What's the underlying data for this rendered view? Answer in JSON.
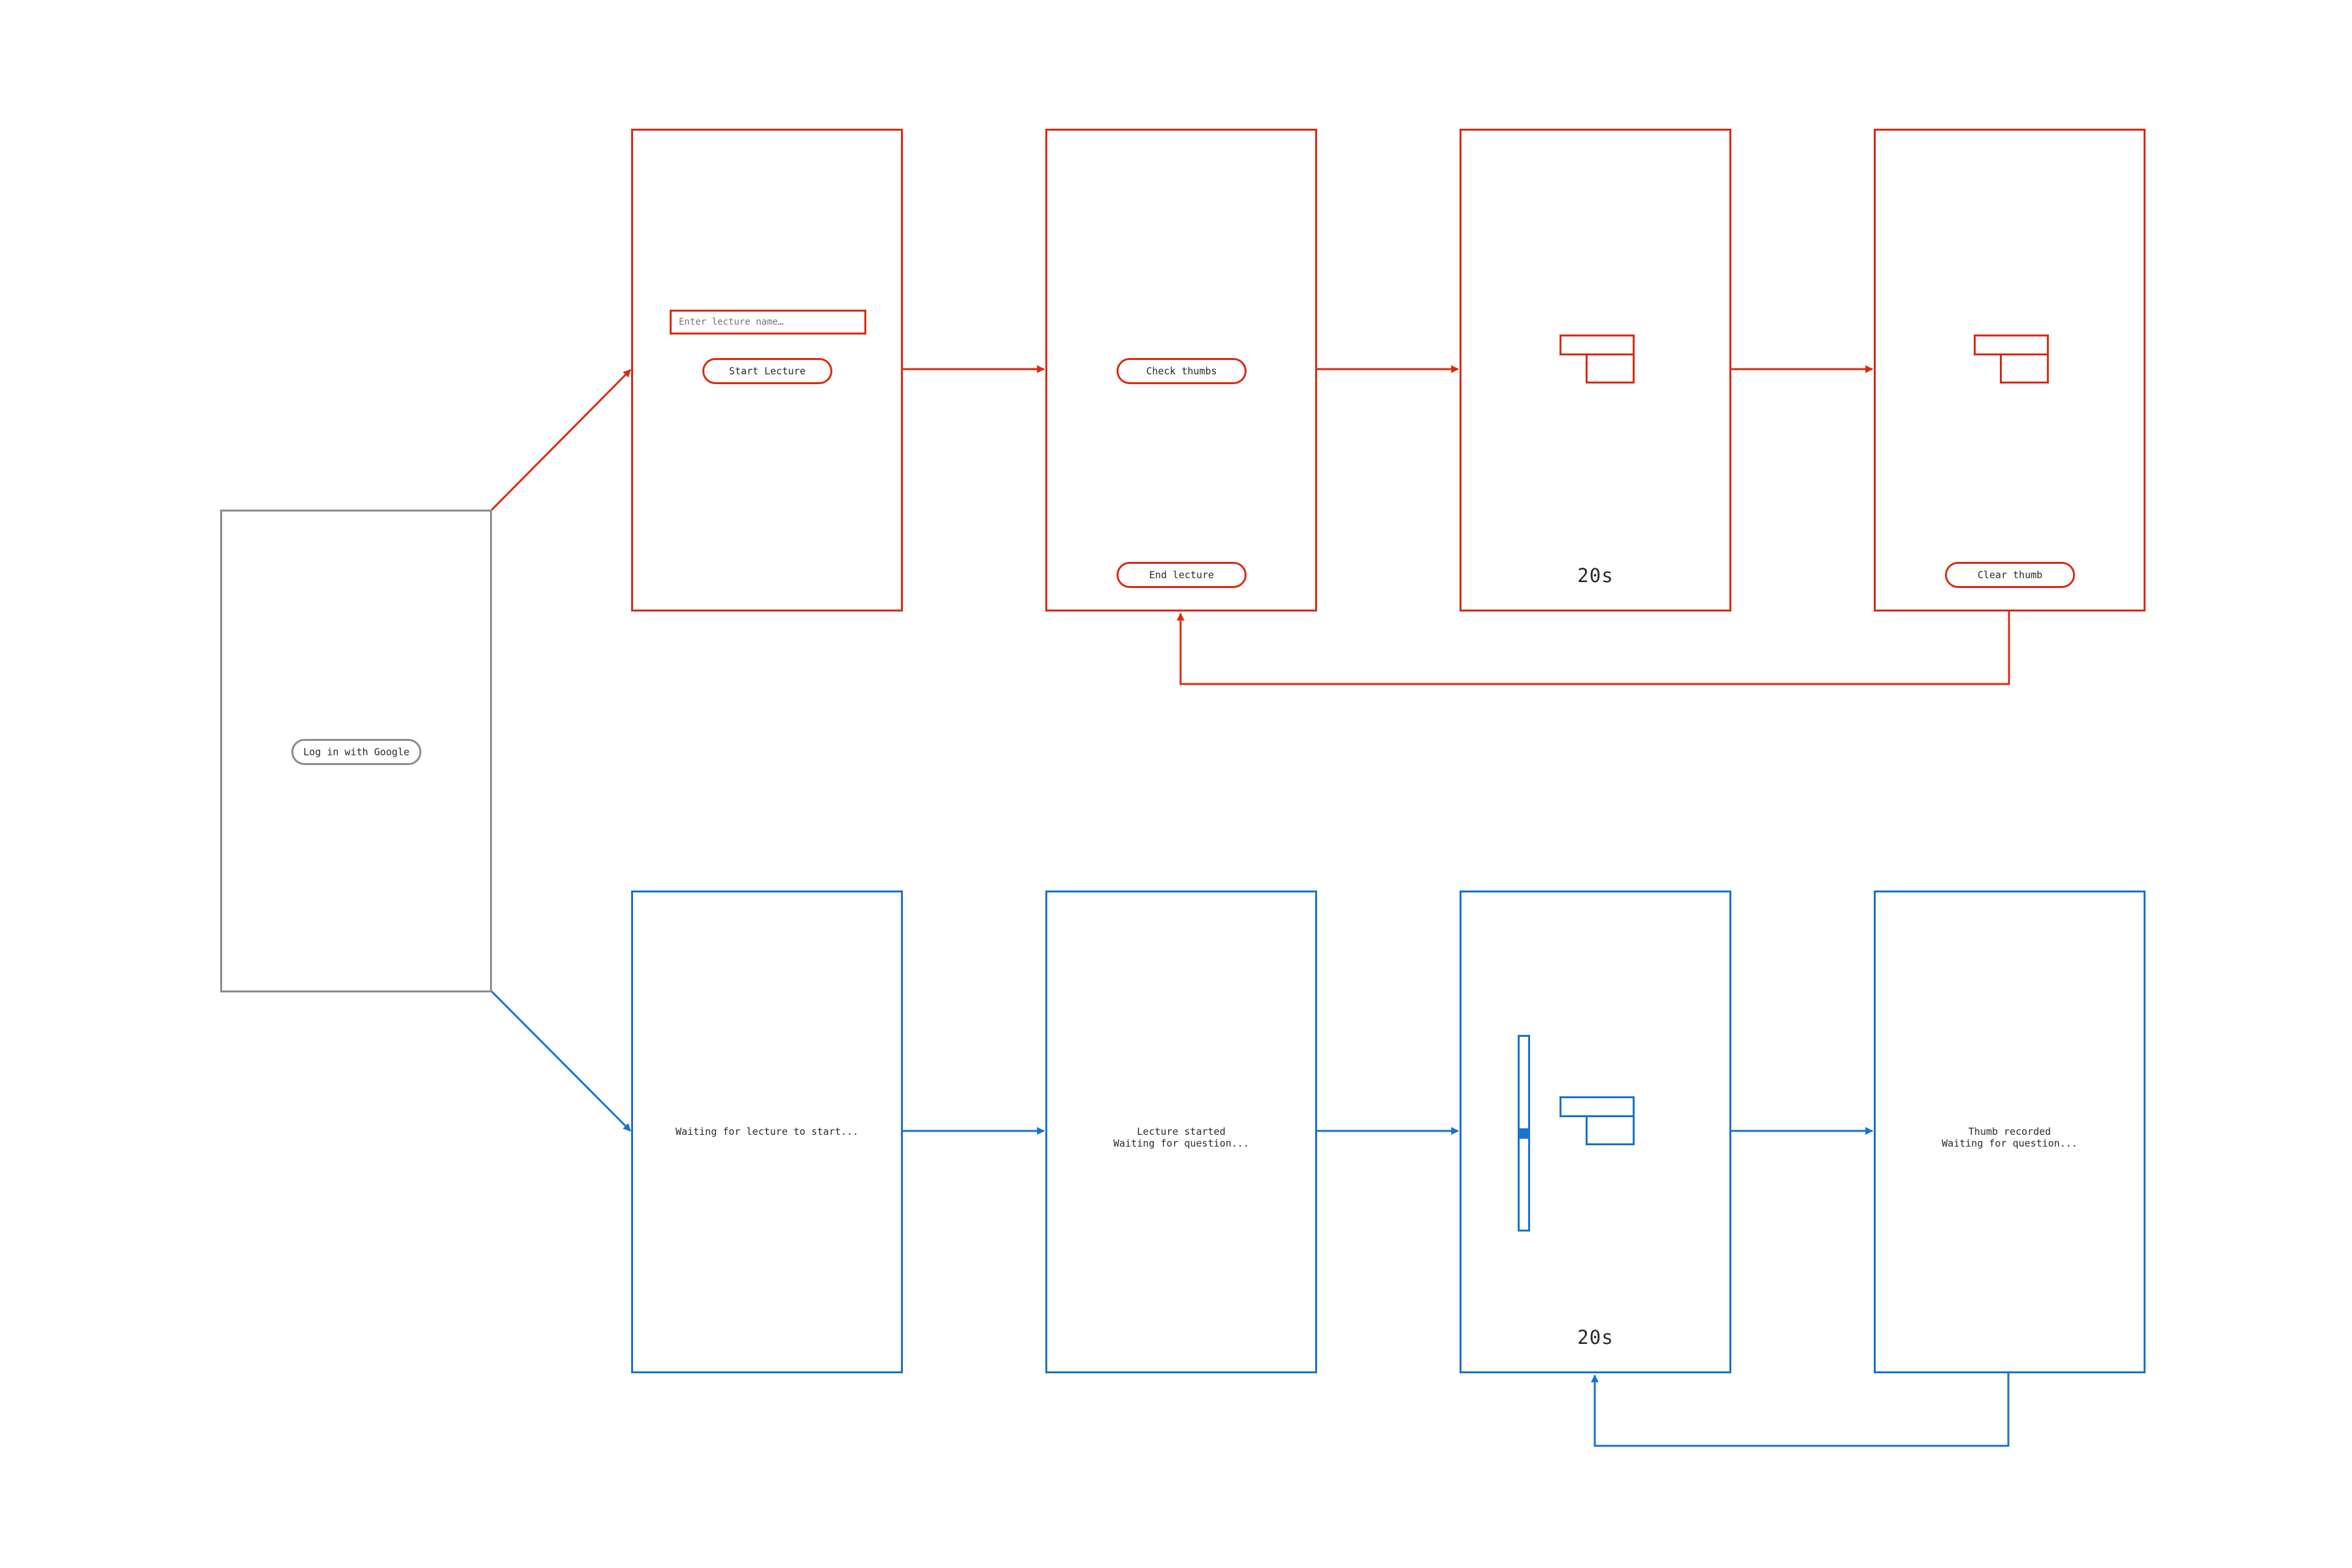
{
  "colors": {
    "lecturer_flow": "#d92b12",
    "student_flow": "#1c72cc",
    "login": "#8c8c8c",
    "text": "#2a2a2a"
  },
  "login": {
    "button_label": "Log in with Google"
  },
  "lecturer": {
    "start": {
      "input_placeholder": "Enter lecture name…",
      "start_button_label": "Start Lecture"
    },
    "active": {
      "check_button_label": "Check thumbs",
      "end_button_label": "End lecture"
    },
    "counting": {
      "icon": "thumbs-icon",
      "timer": "20s"
    },
    "results": {
      "icon": "thumbs-icon",
      "clear_button_label": "Clear thumb"
    }
  },
  "student": {
    "waiting": {
      "message": "Waiting for lecture to start..."
    },
    "started": {
      "line1": "Lecture started",
      "line2": "Waiting for question..."
    },
    "voting": {
      "icon": "thumbs-icon",
      "slider_value": 0.5,
      "timer": "20s"
    },
    "recorded": {
      "line1": "Thumb recorded",
      "line2": "Waiting for question..."
    }
  }
}
